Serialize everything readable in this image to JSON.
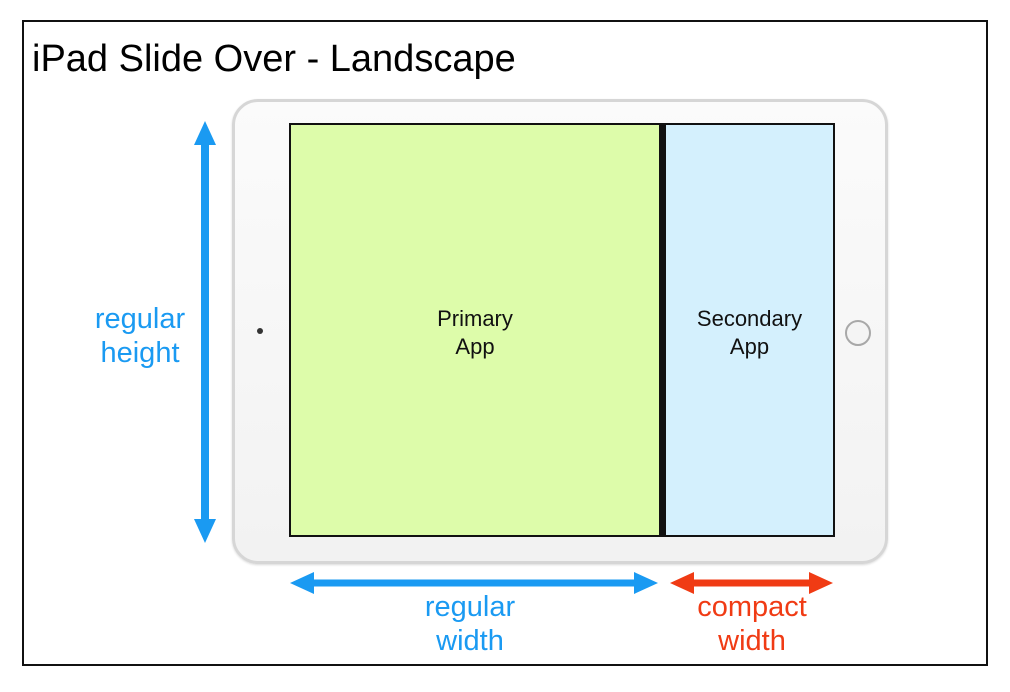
{
  "title": "iPad Slide Over - Landscape",
  "panes": {
    "primary": {
      "line1": "Primary",
      "line2": "App"
    },
    "secondary": {
      "line1": "Secondary",
      "line2": "App"
    }
  },
  "labels": {
    "regular_height": {
      "line1": "regular",
      "line2": "height"
    },
    "regular_width": {
      "line1": "regular",
      "line2": "width"
    },
    "compact_width": {
      "line1": "compact",
      "line2": "width"
    }
  },
  "colors": {
    "regular": "#1a9af2",
    "compact": "#f03b14",
    "primary_fill": "#ddfcaa",
    "secondary_fill": "#d4f0fd"
  },
  "icons": [
    "camera-icon",
    "home-button-icon",
    "double-arrow-icon"
  ]
}
